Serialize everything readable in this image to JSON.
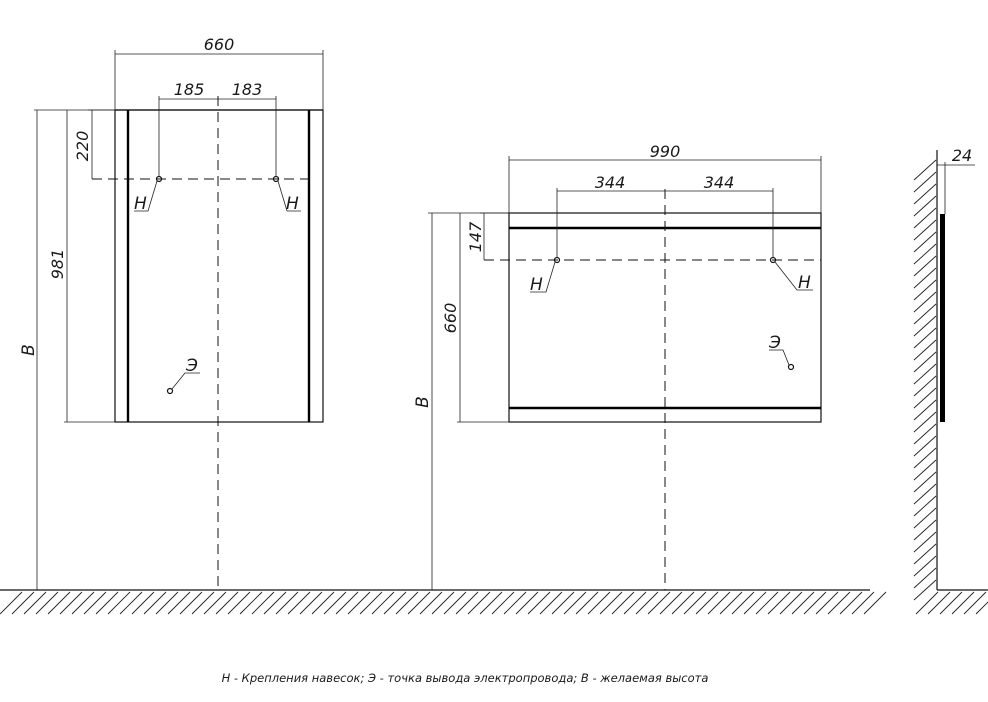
{
  "view_left": {
    "width": "660",
    "offset_left": "185",
    "offset_right": "183",
    "top_offset": "220",
    "height": "981",
    "label_b": "B",
    "mount_left": "H",
    "mount_right": "H",
    "power": "Э"
  },
  "view_middle": {
    "width": "990",
    "offset_left": "344",
    "offset_right": "344",
    "top_offset": "147",
    "height": "660",
    "label_b": "B",
    "mount_left": "H",
    "mount_right": "H",
    "power": "Э"
  },
  "view_side": {
    "depth": "24"
  },
  "legend": "H - Крепления навесок; Э - точка вывода электропровода; B - желаемая высота"
}
